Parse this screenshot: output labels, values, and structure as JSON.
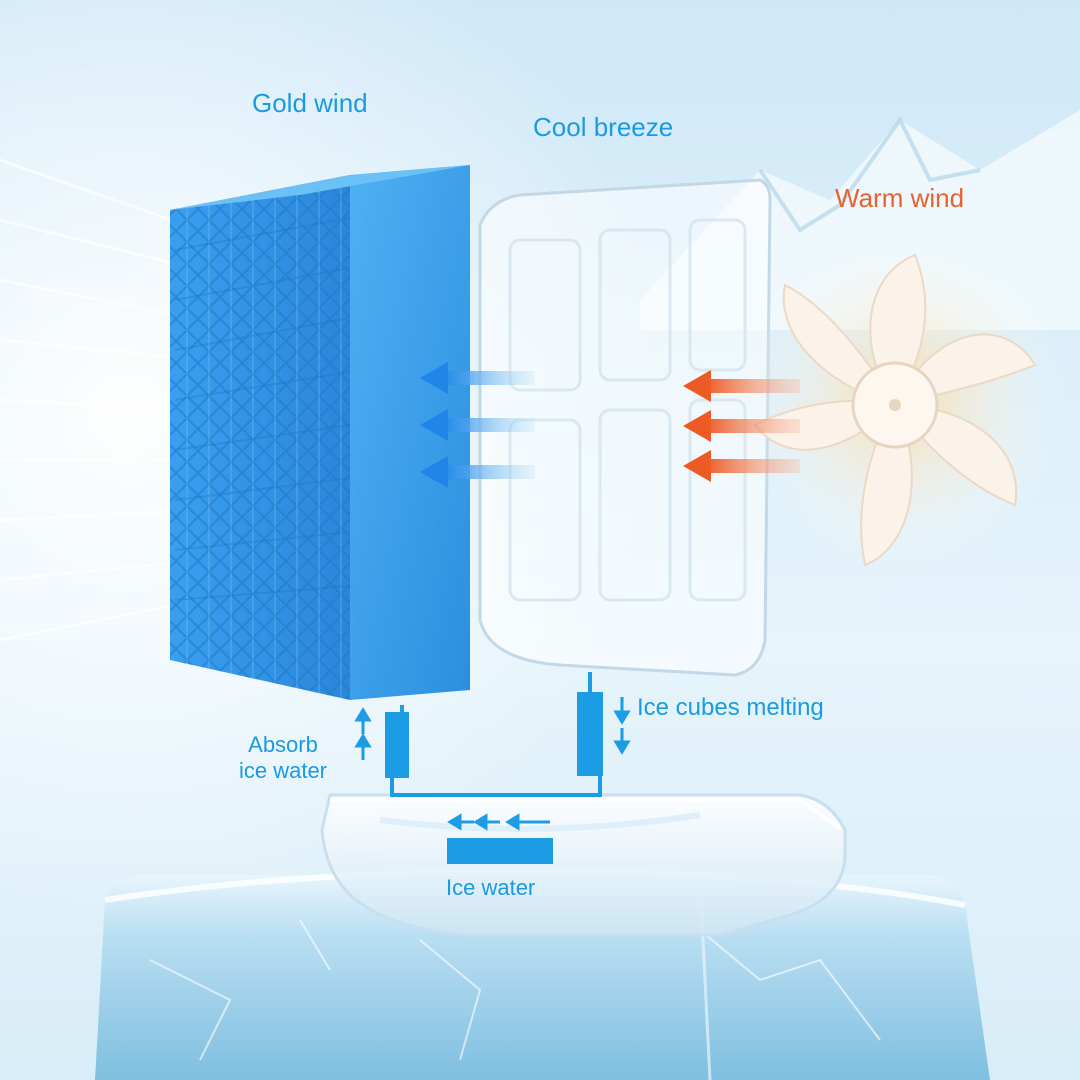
{
  "labels": {
    "gold_wind": "Gold wind",
    "cool_breeze": "Cool breeze",
    "warm_wind": "Warm wind",
    "ice_cubes_melting": "Ice cubes melting",
    "absorb_line1": "Absorb",
    "absorb_line2": "ice water",
    "ice_water": "Ice water"
  },
  "colors": {
    "label_blue": "#1a9be0",
    "label_orange": "#e8622f",
    "filter_blue": "#3ea3ee",
    "filter_blue_dark": "#1f7fd6",
    "pipe_blue": "#1d9ce6",
    "arrow_blue": "#1f86e8",
    "arrow_orange": "#ee5a24",
    "sky_top": "#d6ecf8",
    "sky_bottom": "#eaf6fc"
  },
  "icons": [
    "blue-arrow-icon",
    "orange-arrow-icon",
    "fan-icon",
    "up-arrow-icon",
    "down-arrow-icon",
    "left-arrow-icon"
  ]
}
